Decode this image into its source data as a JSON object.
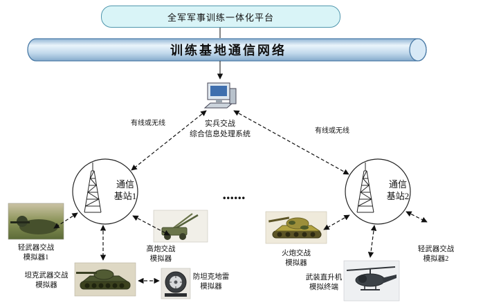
{
  "platform": {
    "title": "全军军事训练一体化平台"
  },
  "network": {
    "title": "训练基地通信网络"
  },
  "processor": {
    "line1": "实兵交战",
    "line2": "综合信息处理系统"
  },
  "links": {
    "left_label": "有线或无线",
    "right_label": "有线或无线"
  },
  "stations": {
    "station1": {
      "line1": "通信",
      "line2": "基站1"
    },
    "station2": {
      "line1": "通信",
      "line2": "基站2"
    },
    "ellipsis": "......"
  },
  "simulators": {
    "light_weapons_1": {
      "line1": "轻武器交战",
      "line2": "模拟器1"
    },
    "tank_weapons": {
      "line1": "坦克武器交战",
      "line2": "模拟器"
    },
    "aa_gun": {
      "line1": "高炮交战",
      "line2": "模拟器"
    },
    "anti_tank_mine": {
      "line1": "防坦克地雷",
      "line2": "模拟器"
    },
    "artillery": {
      "line1": "火炮交战",
      "line2": "模拟器"
    },
    "helicopter": {
      "line1": "武装直升机",
      "line2": "模拟终端"
    },
    "light_weapons_2": {
      "line1": "轻武器交战",
      "line2": "模拟器2"
    }
  },
  "icons": {
    "computer": "desktop-computer-icon",
    "tower": "antenna-tower-icon"
  },
  "colors": {
    "cylinder_fill": "#c2d9ec",
    "cylinder_stroke": "#4a7aa6",
    "platform_fill": "#d9f4f7",
    "platform_stroke": "#4f96ad",
    "line": "#111111"
  }
}
